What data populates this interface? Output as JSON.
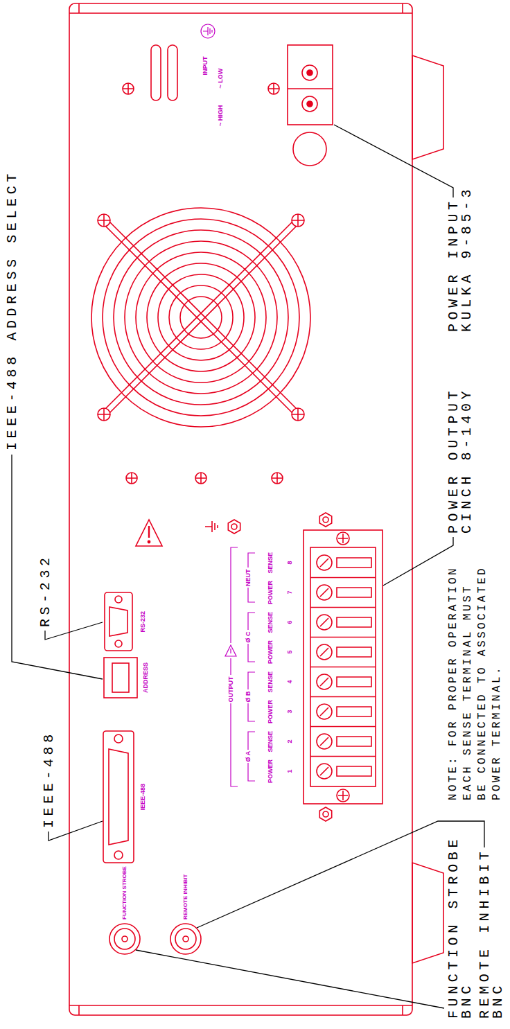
{
  "diagram": {
    "labels": [
      "IEEE-488 ADDRESS SELECT",
      "RS-232",
      "IEEE-488",
      "RS-232",
      "ADDRESS",
      "IEEE-488",
      "FUNCTION STROBE",
      "REMOTE INHIBIT",
      "INPUT",
      "~ LOW",
      "~ HIGH",
      "OUTPUT",
      "Ø A",
      "Ø B",
      "Ø C",
      "NEUT",
      "POWER",
      "SENSE",
      "POWER",
      "SENSE",
      "POWER",
      "SENSE",
      "POWER",
      "SENSE",
      "1",
      "2",
      "3",
      "4",
      "5",
      "6",
      "7",
      "8",
      "POWER INPUT KULKA 9-85-3",
      "POWER OUTPUT CINCH 8-140Y",
      "FUNCTION STROBE BNC",
      "REMOTE INHIBIT BNC",
      "NOTE: FOR PROPER OPERATION EACH SENSE TERMINAL MUST BE CONNECTED TO ASSOCIATED POWER TERMINAL."
    ]
  }
}
